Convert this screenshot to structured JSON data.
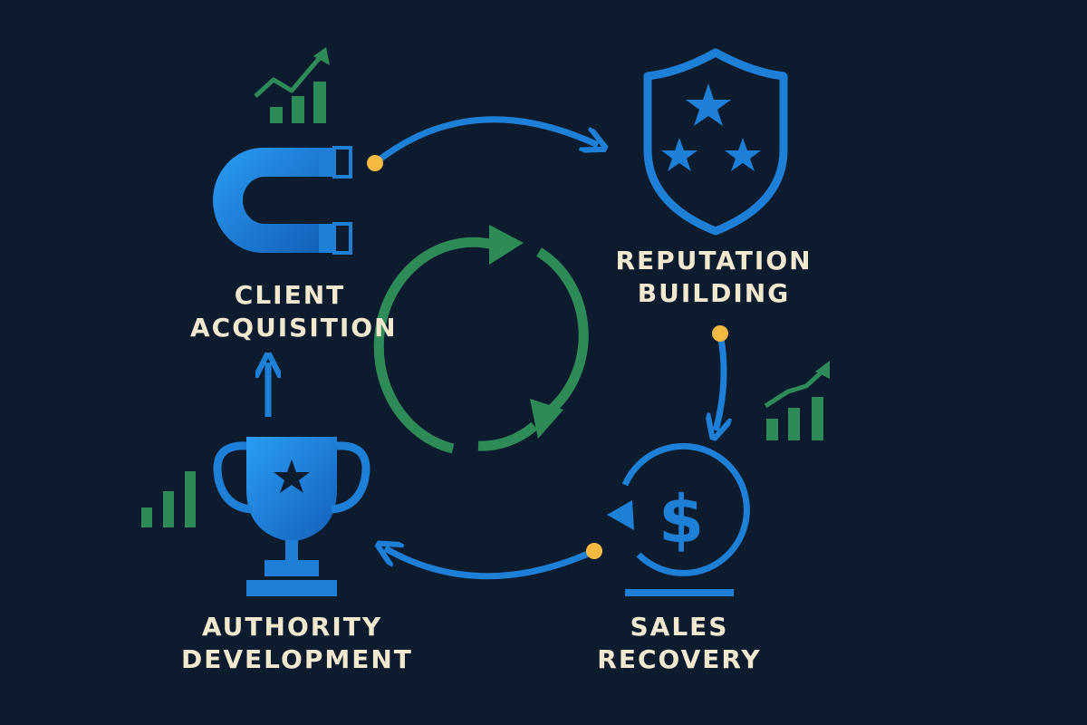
{
  "nodes": {
    "client_acquisition": {
      "line1": "CLIENT",
      "line2": "ACQUISITION",
      "icon": "magnet-icon"
    },
    "reputation_building": {
      "line1": "REPUTATION",
      "line2": "BUILDING",
      "icon": "shield-stars-icon"
    },
    "sales_recovery": {
      "line1": "SALES",
      "line2": "RECOVERY",
      "icon": "dollar-coin-icon"
    },
    "authority_development": {
      "line1": "AUTHORITY",
      "line2": "DEVELOPMENT",
      "icon": "trophy-icon"
    }
  },
  "center": {
    "icon": "cycle-arrows-icon"
  },
  "colors": {
    "background": "#0d1b2e",
    "primary_blue": "#1e7fd6",
    "dark_blue": "#1460b8",
    "green": "#2e8b57",
    "accent_dot": "#f5b942",
    "text": "#f2e8cf"
  }
}
